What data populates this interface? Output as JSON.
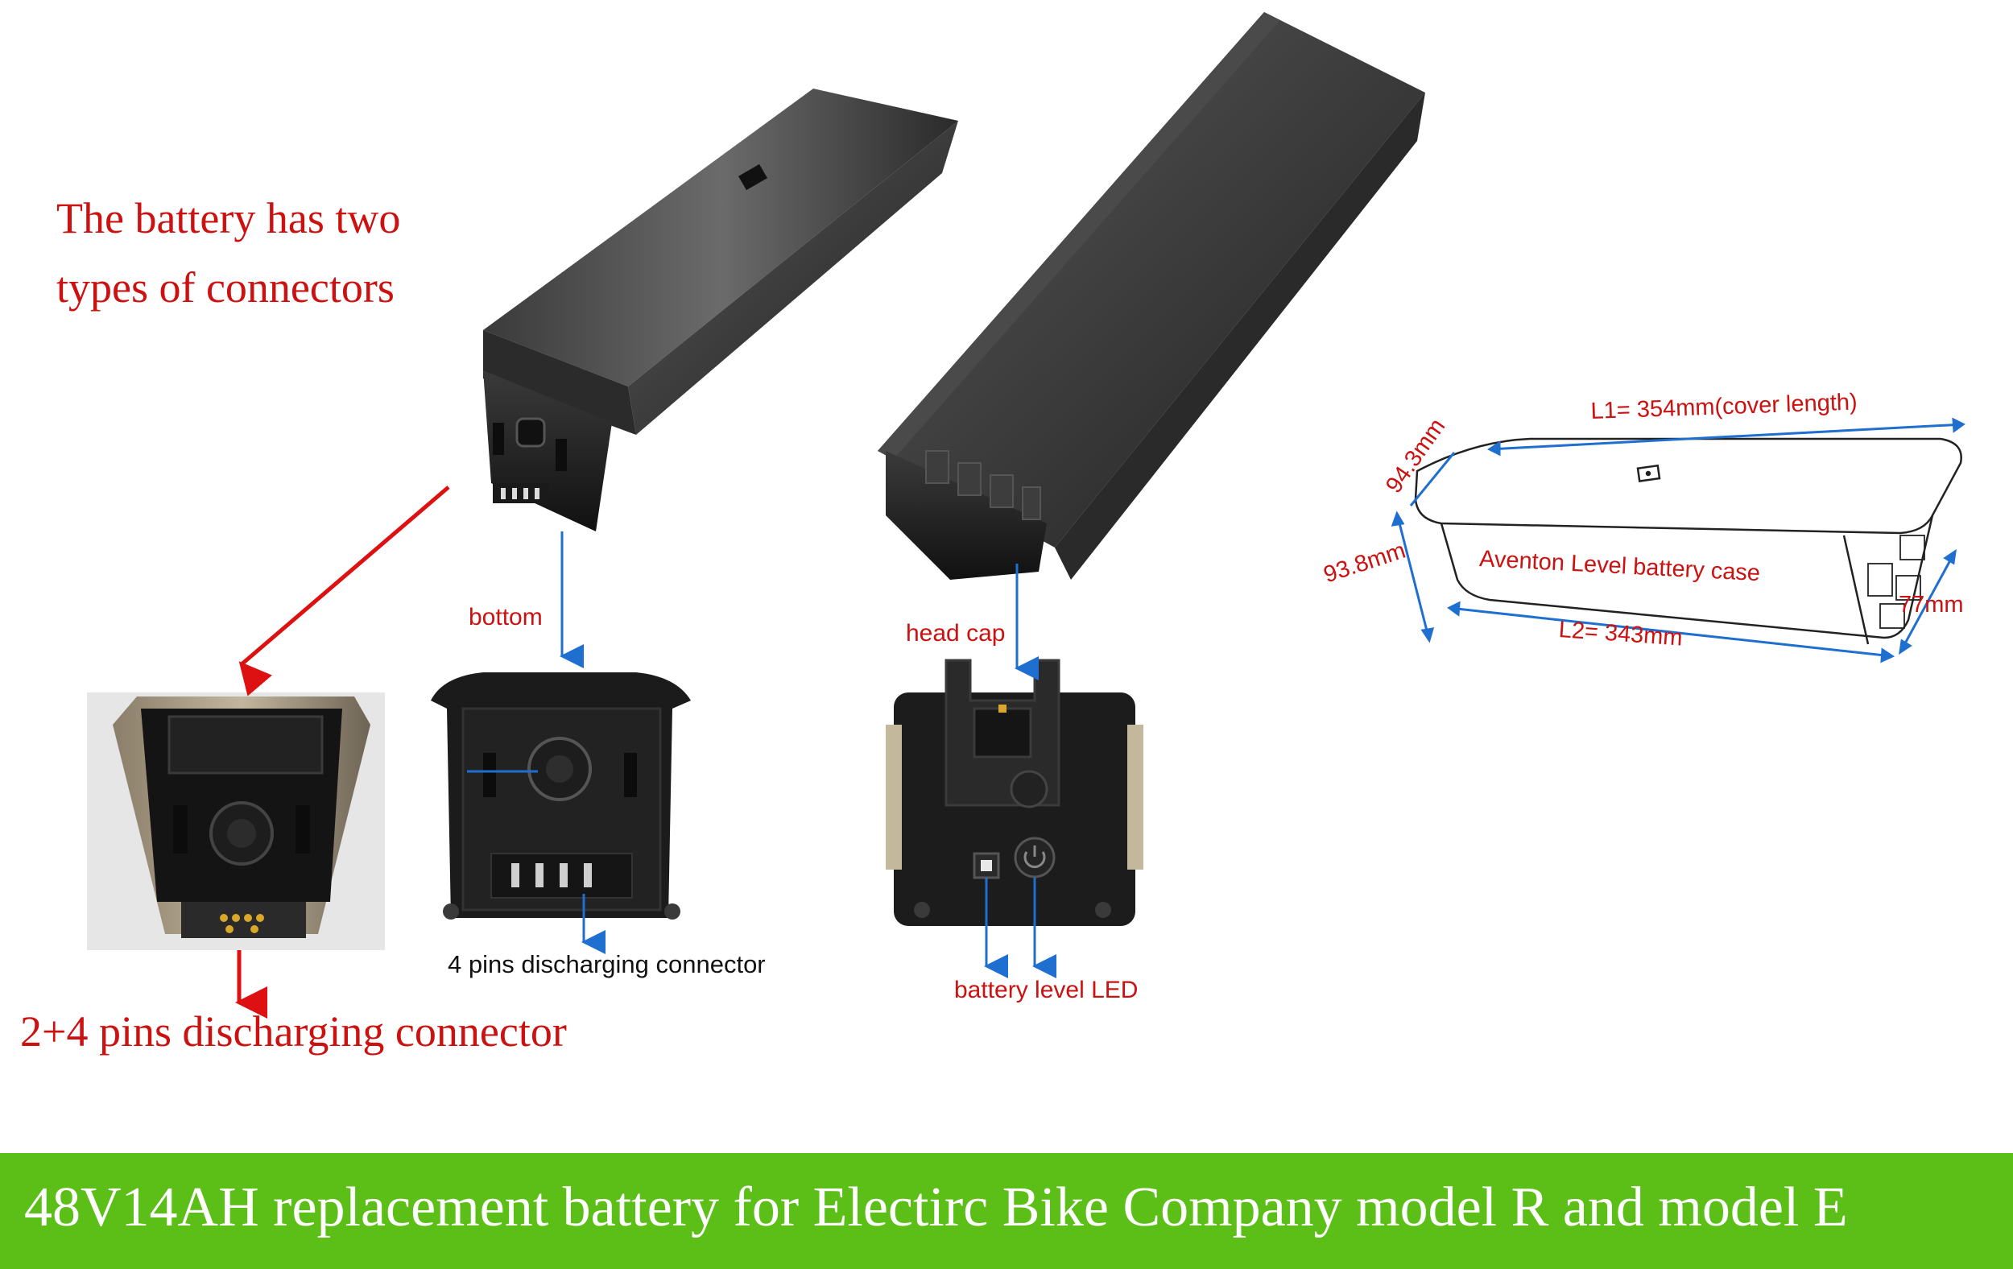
{
  "headline": {
    "line1": "The battery has two",
    "line2": "types of connectors"
  },
  "labels": {
    "bottom": "bottom",
    "head_cap": "head cap",
    "four_pins": "4 pins discharging connector",
    "two_plus_four": "2+4 pins discharging connector",
    "battery_led": "battery level LED"
  },
  "diagram": {
    "l1": "L1= 354mm(cover length)",
    "l2": "L2= 343mm",
    "case_name": "Aventon Level battery case",
    "height_top": "94.3mm",
    "height_left": "93.8mm",
    "width": "77mm"
  },
  "banner": {
    "text": "48V14AH replacement battery for Electirc Bike Company model R and model E"
  },
  "colors": {
    "banner": "#5cbf17",
    "red": "#cc1111",
    "blue": "#1e6fd0"
  },
  "icons": {
    "power_button": "power-icon",
    "led_square": "led-icon"
  }
}
